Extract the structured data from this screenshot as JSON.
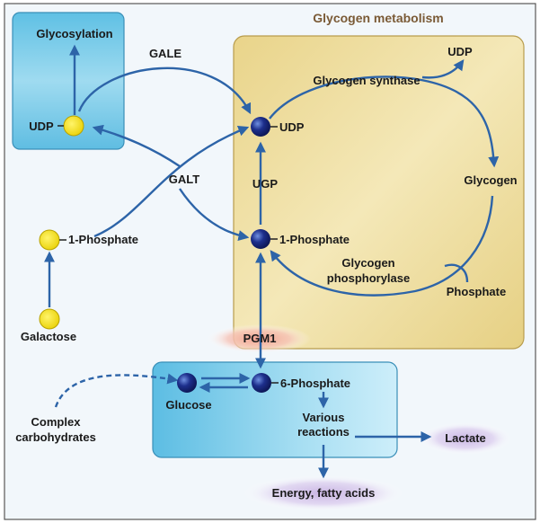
{
  "title": "Glycogen metabolism",
  "labels": {
    "glycosylation": "Glycosylation",
    "gale": "GALE",
    "udp_left": "UDP",
    "galt": "GALT",
    "phosphate1_left": "1-Phosphate",
    "galactose": "Galactose",
    "udp_center": "UDP",
    "ugp": "UGP",
    "phosphate1_center": "1-Phosphate",
    "glycogen_synthase": "Glycogen synthase",
    "udp_top_right": "UDP",
    "glycogen": "Glycogen",
    "glycogen_phosphorylase_line1": "Glycogen",
    "glycogen_phosphorylase_line2": "phosphorylase",
    "phosphate_right": "Phosphate",
    "pgm1": "PGM1",
    "glucose": "Glucose",
    "phosphate6": "6-Phosphate",
    "various_line1": "Various",
    "various_line2": "reactions",
    "lactate": "Lactate",
    "energy": "Energy, fatty acids",
    "complex_line1": "Complex",
    "complex_line2": "carbohydrates"
  },
  "colors": {
    "arrow": "#2d64a8",
    "galactose_dot": "#f5e20c",
    "glucose_dot": "#1d2f8c",
    "glycogen_box": "#eedc96",
    "cell_box": "#7fcde8"
  }
}
